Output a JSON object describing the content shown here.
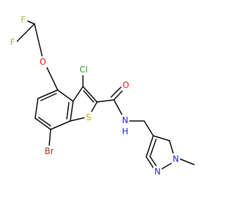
{
  "molecule": {
    "atom_labels": {
      "F1": "F",
      "F2": "F",
      "O_ether": "O",
      "Cl": "Cl",
      "O_carbonyl": "O",
      "S": "S",
      "NH": "N",
      "H": "H",
      "Br": "Br",
      "N_pyrazole_1": "N",
      "N_pyrazole_2": "N"
    },
    "colors": {
      "F": "#8fbc3b",
      "O": "#ff0d0d",
      "Cl": "#1fa61f",
      "S": "#c8a800",
      "N": "#2020e0",
      "Br": "#a52a2a",
      "bond": "#000000"
    }
  }
}
